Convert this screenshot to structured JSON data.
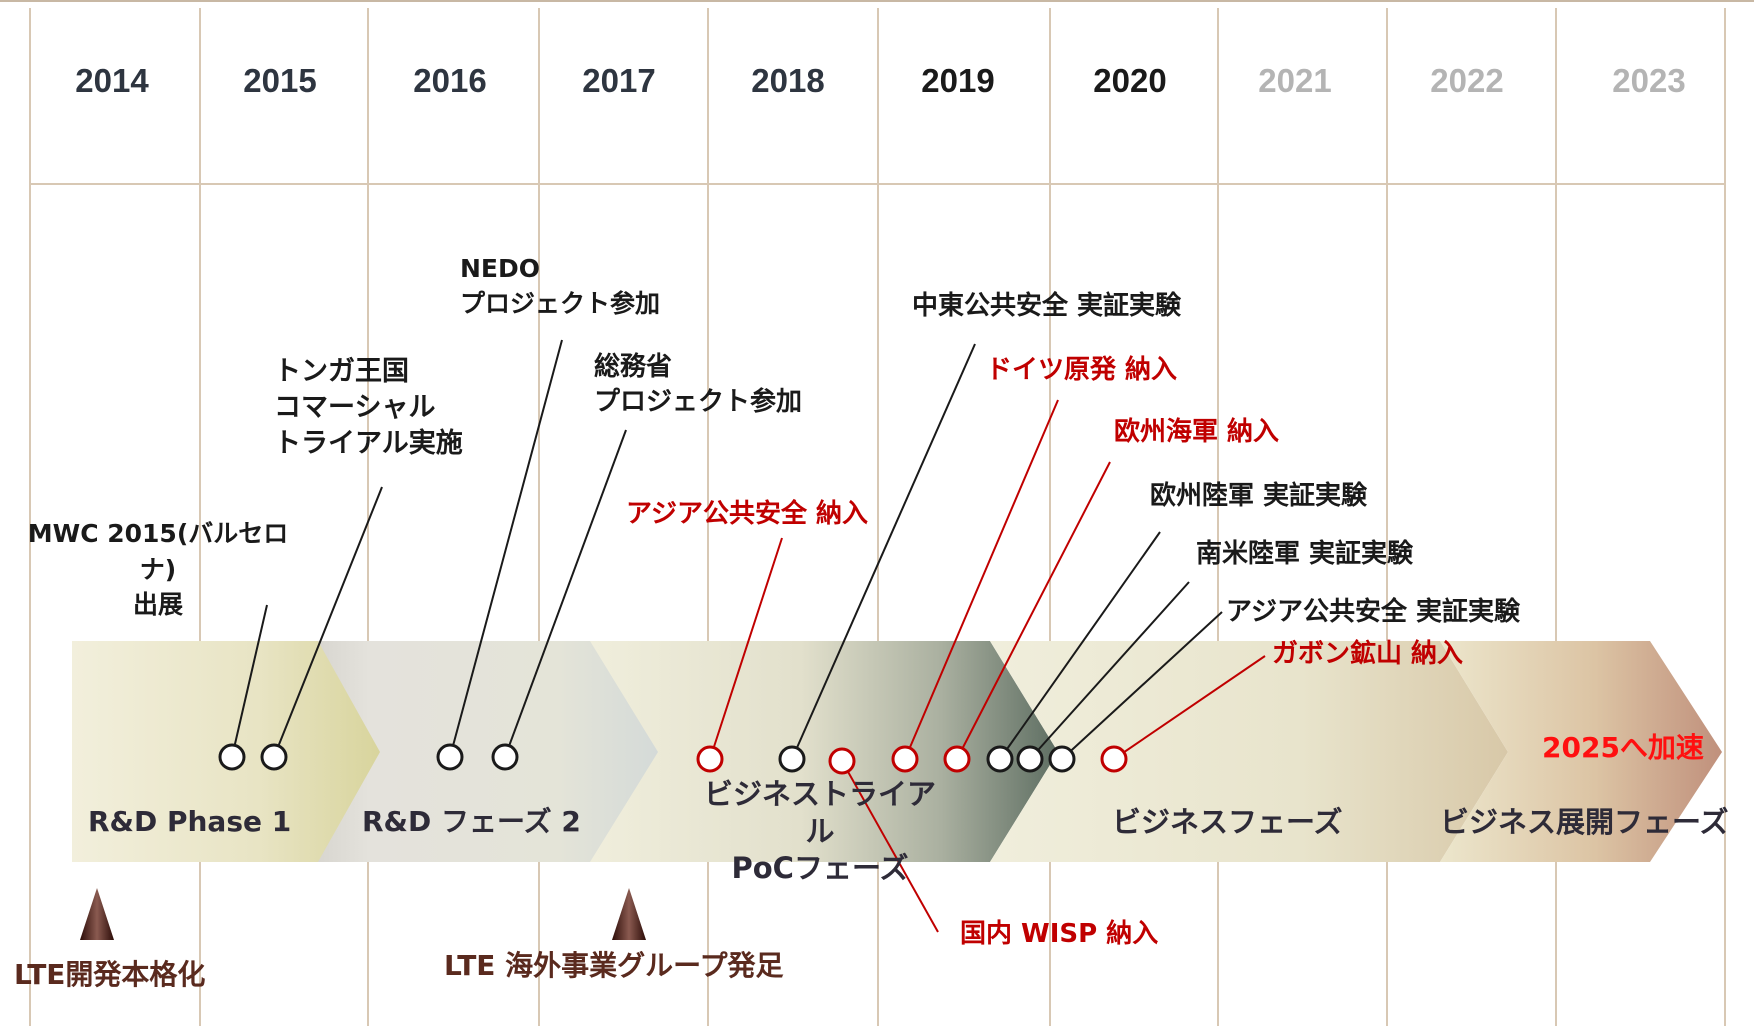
{
  "colors": {
    "grid_line": "#d8c8b4",
    "year_past": "#2e3540",
    "year_current": "#1a1a1a",
    "year_future": "#b4b4b4",
    "label_dark": "#1a1a1a",
    "label_red": "#c00000",
    "label_bright_red": "#ff1010",
    "label_brown": "#5a2a1e"
  },
  "years": [
    {
      "label": "2014",
      "state": "past"
    },
    {
      "label": "2015",
      "state": "past"
    },
    {
      "label": "2016",
      "state": "past"
    },
    {
      "label": "2017",
      "state": "past"
    },
    {
      "label": "2018",
      "state": "past"
    },
    {
      "label": "2019",
      "state": "current"
    },
    {
      "label": "2020",
      "state": "current"
    },
    {
      "label": "2021",
      "state": "future"
    },
    {
      "label": "2022",
      "state": "future"
    },
    {
      "label": "2023",
      "state": "future"
    }
  ],
  "phases": {
    "rd1": "R&D Phase 1",
    "rd2": "R&D フェーズ 2",
    "poc": "ビジネストライアル\nPoCフェーズ",
    "business": "ビジネスフェーズ",
    "expansion": "ビジネス展開フェーズ",
    "target": "2025へ加速"
  },
  "events": {
    "mwc": "MWC 2015(バルセロナ)\n出展",
    "tonga": "トンガ王国\nコマーシャル\nトライアル実施",
    "nedo": "NEDO\nプロジェクト参加",
    "mic": "総務省\nプロジェクト参加",
    "asia_delivery": "アジア公共安全 納入",
    "middle_east": "中東公共安全 実証実験",
    "germany": "ドイツ原発 納入",
    "eu_navy": "欧州海軍 納入",
    "eu_army": "欧州陸軍 実証実験",
    "sa_army": "南米陸軍 実証実験",
    "asia_trial": "アジア公共安全 実証実験",
    "gabon": "ガボン鉱山 納入",
    "wisp": "国内 WISP 納入"
  },
  "milestones": {
    "lte_dev": "LTE開発本格化",
    "lte_overseas": "LTE 海外事業グループ発足"
  }
}
